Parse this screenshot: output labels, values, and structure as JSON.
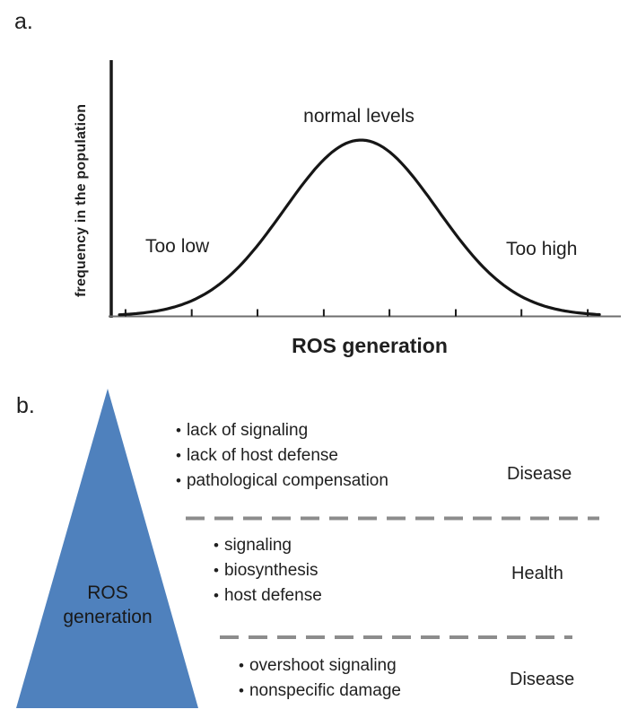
{
  "panel_a": {
    "label": "a.",
    "y_axis_label": "frequency in the population",
    "x_axis_label": "ROS generation",
    "annotation_peak": "normal levels",
    "annotation_left": "Too low",
    "annotation_right": "Too high",
    "curve_color": "#161616",
    "axis_color": "#1a1a1a",
    "baseline_color": "#6e6e6e"
  },
  "chart_data": {
    "type": "line",
    "title": "",
    "xlabel": "ROS generation",
    "ylabel": "frequency in the population",
    "x_tick_labels": [],
    "x_ticks_norm": [
      0.028,
      0.158,
      0.287,
      0.417,
      0.546,
      0.676,
      0.805,
      0.935
    ],
    "grid": false,
    "legend": false,
    "series": [
      {
        "name": "population frequency distribution",
        "shape": "gaussian",
        "mean": 0.49,
        "sigma": 0.15,
        "amplitude": 0.69,
        "x_start": 0.016,
        "x_end": 0.958
      }
    ],
    "annotations": [
      "Too low",
      "normal levels",
      "Too high"
    ]
  },
  "panel_b": {
    "label": "b.",
    "bullet_glyph": "•",
    "triangle_label": "ROS generation",
    "triangle_fill": "#4f81bd",
    "triangle_stroke": "#38608f",
    "divider_color": "#8c8c8c",
    "sections": [
      {
        "category": "Disease",
        "bullets": [
          "lack of signaling",
          "lack of host defense",
          "pathological compensation"
        ]
      },
      {
        "category": "Health",
        "bullets": [
          "signaling",
          "biosynthesis",
          "host defense"
        ]
      },
      {
        "category": "Disease",
        "bullets": [
          "overshoot signaling",
          "nonspecific damage"
        ]
      }
    ]
  }
}
